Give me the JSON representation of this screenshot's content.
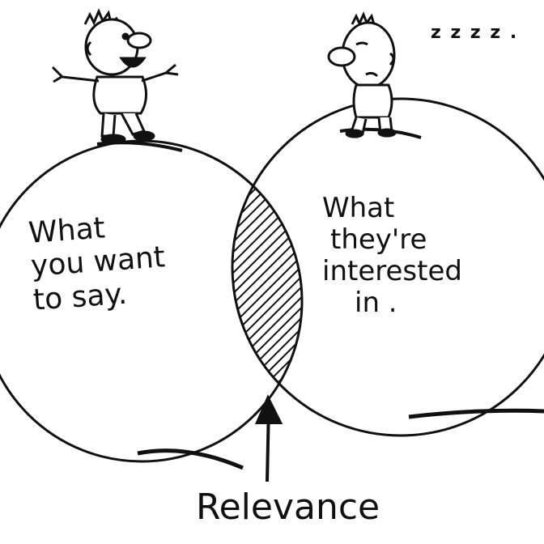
{
  "left_set": {
    "lines": [
      "What",
      "you want",
      "to say."
    ]
  },
  "right_set": {
    "lines": [
      "What",
      "they're",
      "interested",
      "in ."
    ]
  },
  "intersection_label": "Relevance",
  "sleep_text": "z z z z .",
  "colors": {
    "ink": "#111111",
    "paper": "#ffffff"
  }
}
